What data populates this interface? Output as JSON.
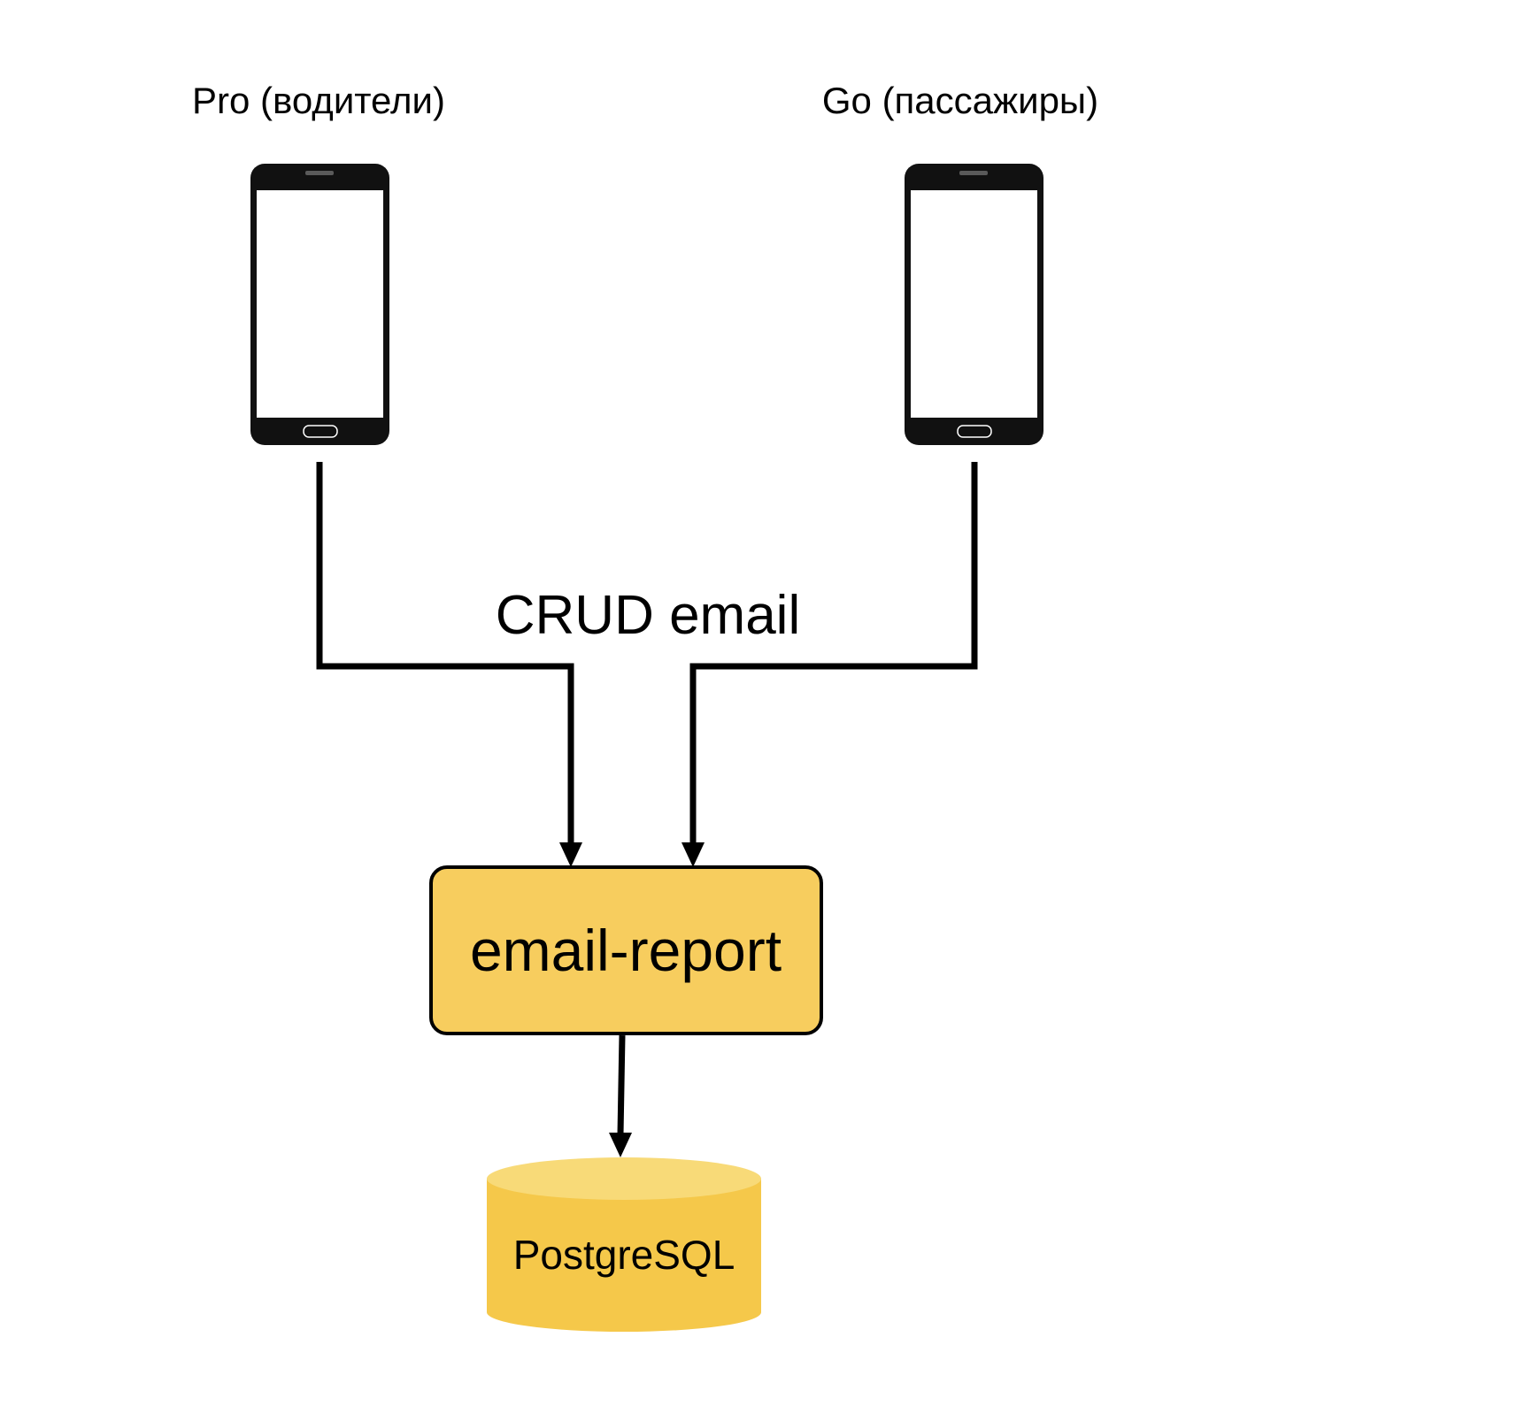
{
  "clients": {
    "pro_label": "Pro (водители)",
    "go_label": "Go (пассажиры)"
  },
  "connection_label": "CRUD email",
  "service": {
    "name": "email-report"
  },
  "database": {
    "name": "PostgreSQL"
  },
  "colors": {
    "service_fill": "#F7CD5E",
    "db_fill": "#F5C84A",
    "db_top_fill": "#F8DA78",
    "line": "#000000",
    "phone_body": "#111111",
    "phone_screen": "#ffffff"
  },
  "icons": {
    "pro_client": "smartphone-icon",
    "go_client": "smartphone-icon",
    "database": "database-cylinder-icon"
  }
}
